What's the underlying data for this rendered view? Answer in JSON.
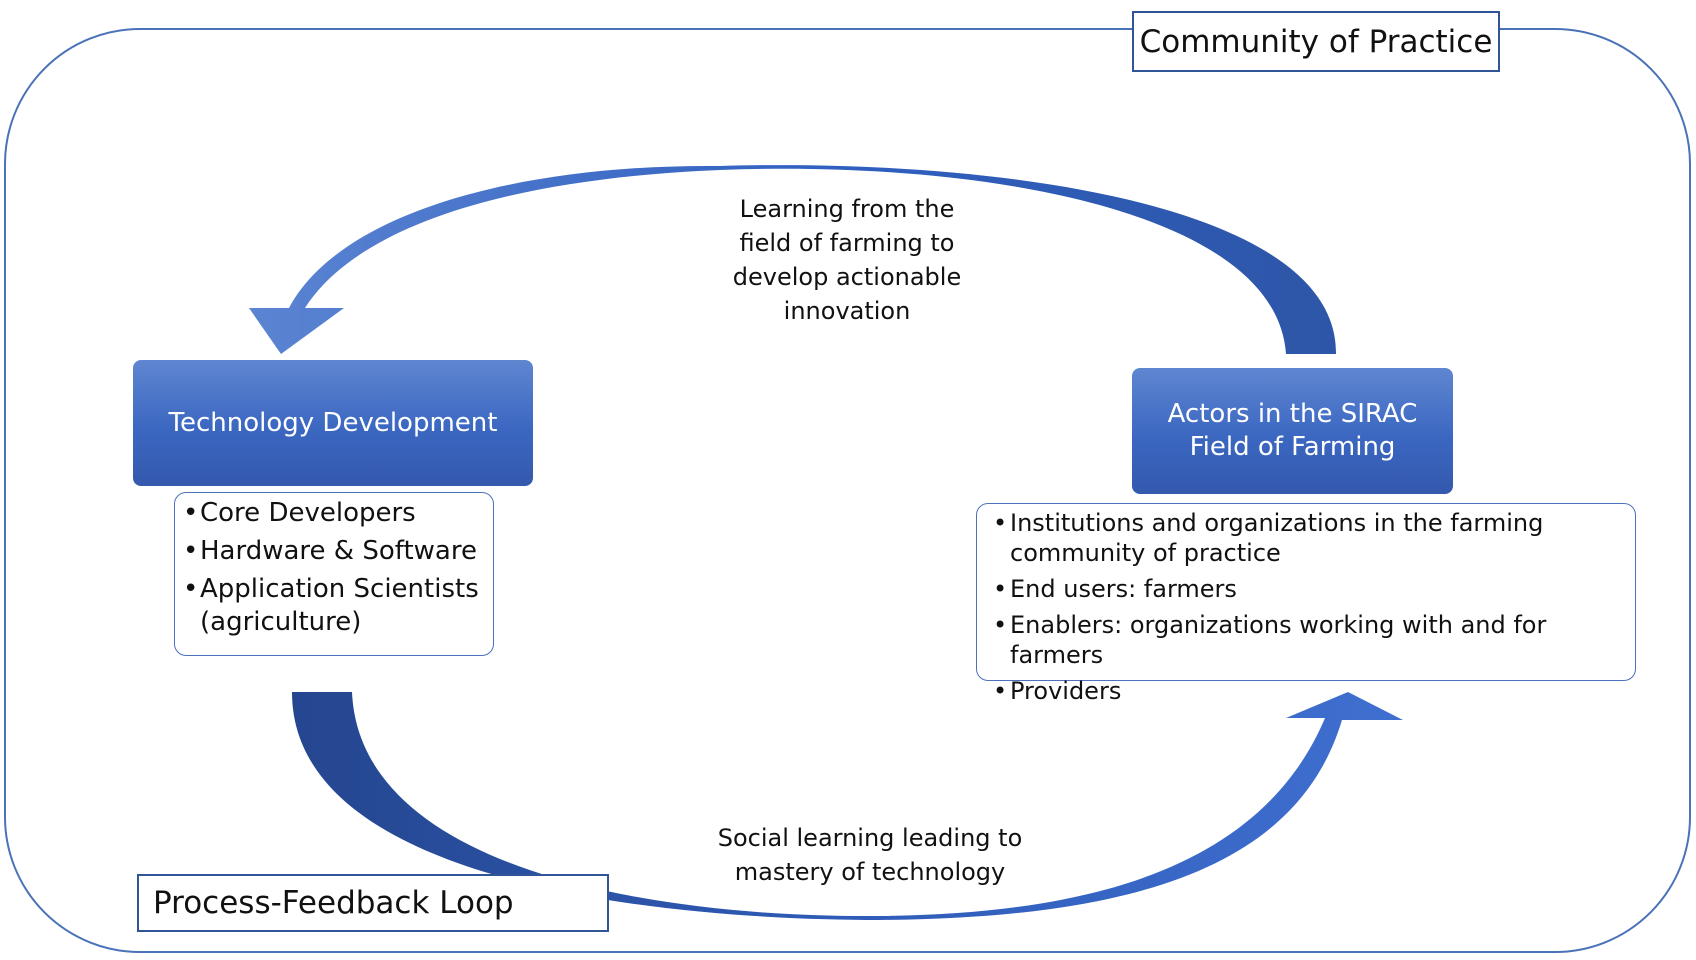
{
  "frame": {
    "title": "Community of Practice",
    "loop_label": "Process-Feedback Loop"
  },
  "nodes": {
    "technology": {
      "title": "Technology Development",
      "items": [
        "Core Developers",
        "Hardware & Software",
        "Application Scientists (agriculture)"
      ]
    },
    "actors": {
      "title": "Actors in the SIRAC Field of Farming",
      "items": [
        "Institutions and organizations in the farming community of practice",
        "End users: farmers",
        "Enablers: organizations working with and for farmers",
        "Providers"
      ]
    }
  },
  "arrows": {
    "top": {
      "label": "Learning from the field of farming to develop actionable innovation"
    },
    "bottom": {
      "label": "Social learning leading to mastery of technology"
    }
  },
  "colors": {
    "frame_border": "#4a72b8",
    "node_fill": "#4472c4",
    "arrow_fill": "#3b64bd",
    "arrow_dark": "#2a4d96",
    "detail_border": "#4d70bf"
  },
  "bullet_glyph": "•"
}
